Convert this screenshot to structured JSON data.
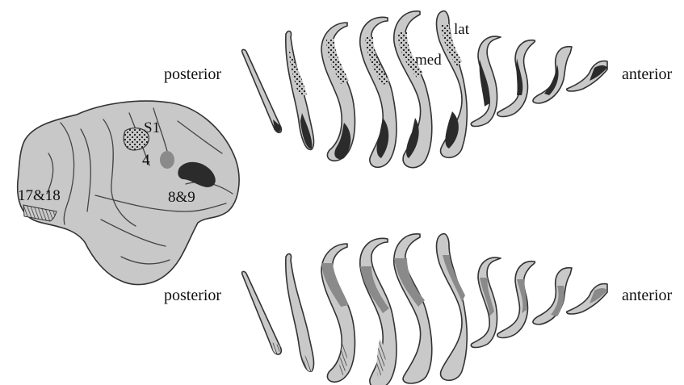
{
  "labels": {
    "top_posterior": "posterior",
    "top_anterior": "anterior",
    "bottom_posterior": "posterior",
    "bottom_anterior": "anterior",
    "lat": "lat",
    "med": "med"
  },
  "brain_labels": {
    "s1": "S1",
    "m4": "4",
    "visual": "17&18",
    "frontal": "8&9"
  },
  "colors": {
    "tissue": "#c9c9c9",
    "dark_label": "#2b2b2b",
    "mid_gray_label": "#8a8a8a",
    "outline": "#333333"
  },
  "icons": {
    "dotted_region": "stipple-pattern",
    "hatched_region": "hatch-pattern"
  }
}
